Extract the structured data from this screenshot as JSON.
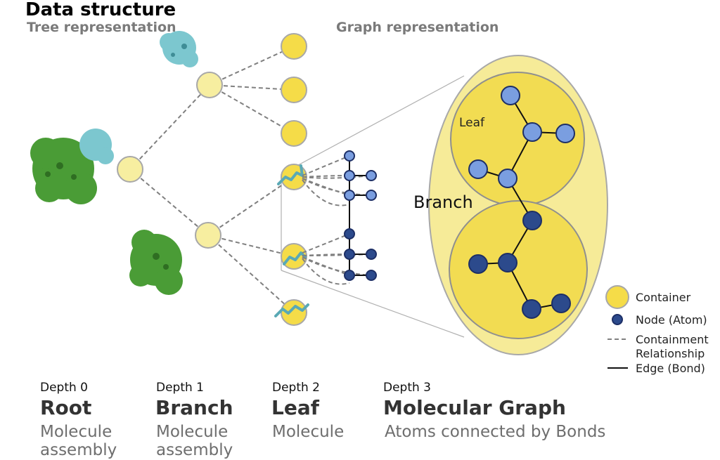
{
  "title": "Data structure",
  "subtitles": {
    "tree": "Tree representation",
    "graph": "Graph representation"
  },
  "zoom_labels": {
    "leaf": "Leaf",
    "branch": "Branch"
  },
  "legend": {
    "container": "Container",
    "node": "Node (Atom)",
    "containment_line1": "Containment",
    "containment_line2": "Relationship",
    "edge": "Edge (Bond)"
  },
  "depths": [
    {
      "depth": "Depth 0",
      "name": "Root",
      "desc_line1": "Molecule",
      "desc_line2": "assembly"
    },
    {
      "depth": "Depth 1",
      "name": "Branch",
      "desc_line1": "Molecule",
      "desc_line2": "assembly"
    },
    {
      "depth": "Depth 2",
      "name": "Leaf",
      "desc_line1": "Molecule",
      "desc_line2": ""
    },
    {
      "depth": "Depth 3",
      "name": "Molecular Graph",
      "desc_line1": "Atoms connected by Bonds",
      "desc_line2": ""
    }
  ],
  "colors": {
    "container_pale": "#f7eea0",
    "container_yellow": "#f5dc48",
    "atom_light": "#7a9ee0",
    "atom_dark": "#2c4a8c",
    "protein_green": "#4a9c36",
    "protein_cyan": "#7cc7cf"
  }
}
